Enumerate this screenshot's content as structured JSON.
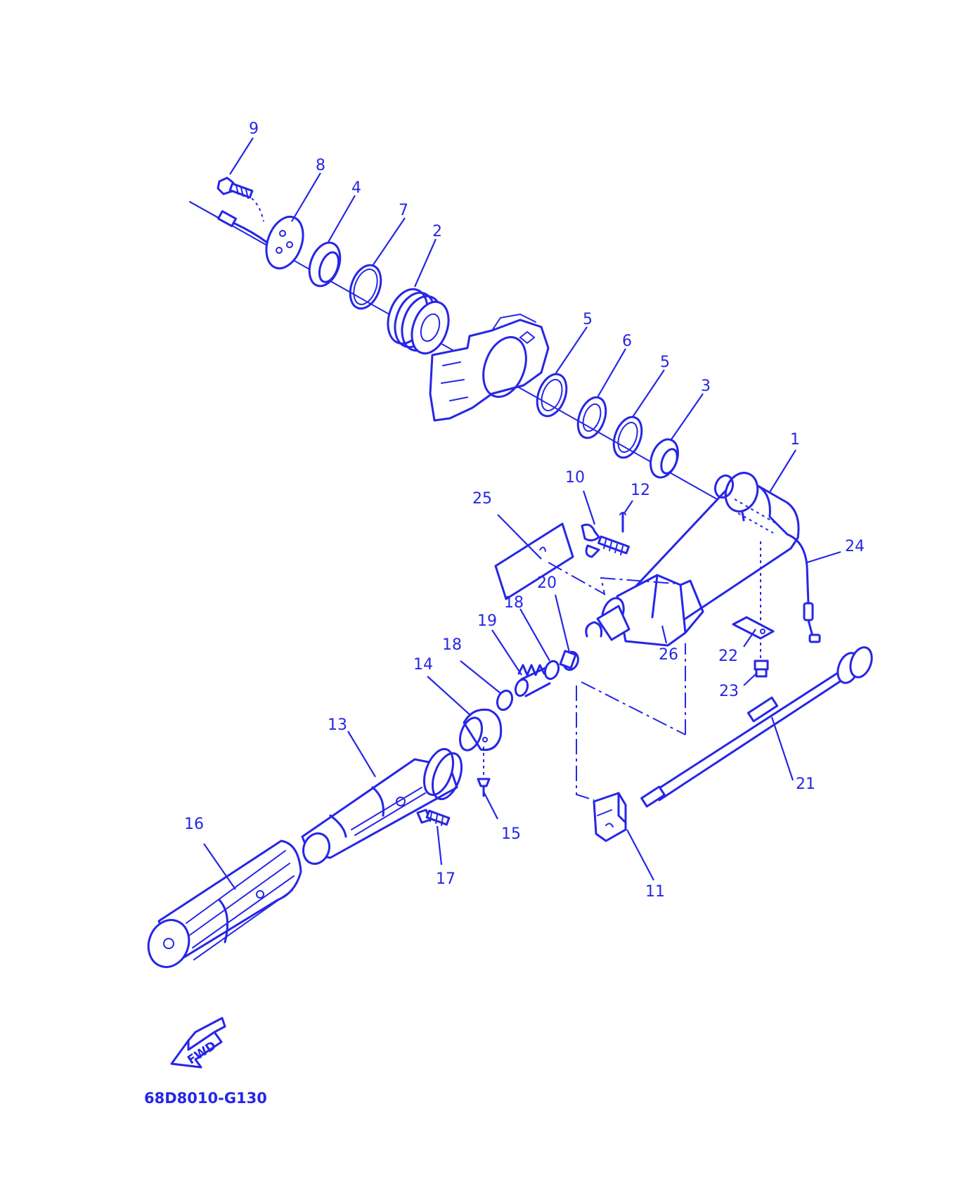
{
  "diagram_code": "68D8010-G130",
  "fwd_label": "FWD",
  "colors": {
    "line": "#2626e6",
    "background": "#ffffff"
  },
  "callouts": {
    "c1": "1",
    "c2": "2",
    "c3": "3",
    "c4": "4",
    "c5a": "5",
    "c5b": "5",
    "c6": "6",
    "c7": "7",
    "c8": "8",
    "c9": "9",
    "c10": "10",
    "c11": "11",
    "c12": "12",
    "c13": "13",
    "c14": "14",
    "c15": "15",
    "c16": "16",
    "c17": "17",
    "c18a": "18",
    "c18b": "18",
    "c19": "19",
    "c20": "20",
    "c21": "21",
    "c22": "22",
    "c23": "23",
    "c24": "24",
    "c25": "25",
    "c26": "26"
  }
}
